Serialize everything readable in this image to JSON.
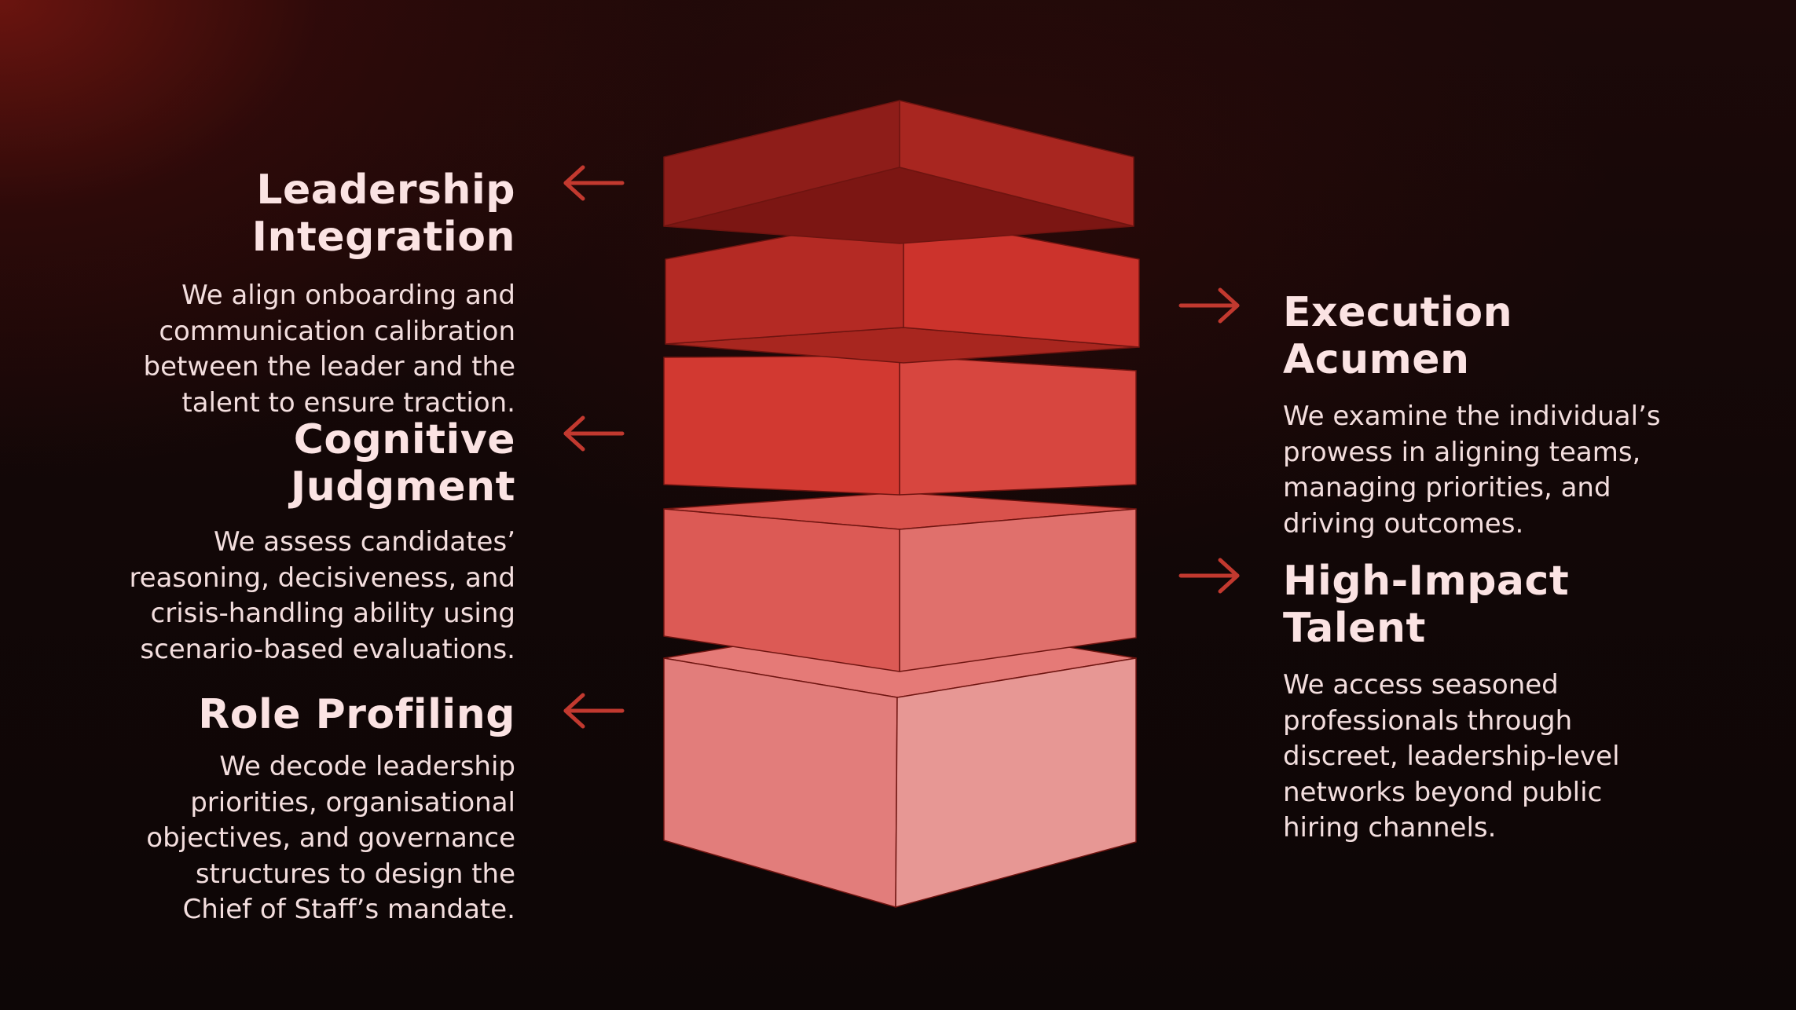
{
  "colors": {
    "accent": "#b3302a",
    "arrow": "#c2392f",
    "text": "#f7e2e2"
  },
  "left_items": [
    {
      "title_line1": "Leadership",
      "title_line2": "Integration",
      "desc_lines": [
        "We align onboarding and",
        "communication calibration",
        "between the leader and the",
        "talent to ensure traction."
      ]
    },
    {
      "title_line1": "Cognitive",
      "title_line2": "Judgment",
      "desc_lines": [
        "We assess candidates’",
        "reasoning, decisiveness, and",
        "crisis-handling ability using",
        "scenario-based evaluations."
      ]
    },
    {
      "title_line1": "Role Profiling",
      "title_line2": "",
      "desc_lines": [
        "We decode leadership",
        "priorities, organisational",
        "objectives, and governance",
        "structures to design the",
        "Chief of Staff’s mandate."
      ]
    }
  ],
  "right_items": [
    {
      "title_line1": "Execution",
      "title_line2": "Acumen",
      "desc_lines": [
        "We examine the individual’s",
        "prowess in aligning teams,",
        "managing priorities, and",
        "driving outcomes."
      ]
    },
    {
      "title_line1": "High-Impact",
      "title_line2": "Talent",
      "desc_lines": [
        "We access seasoned",
        "professionals through",
        "discreet, leadership-level",
        "networks beyond public",
        "hiring channels."
      ]
    }
  ]
}
